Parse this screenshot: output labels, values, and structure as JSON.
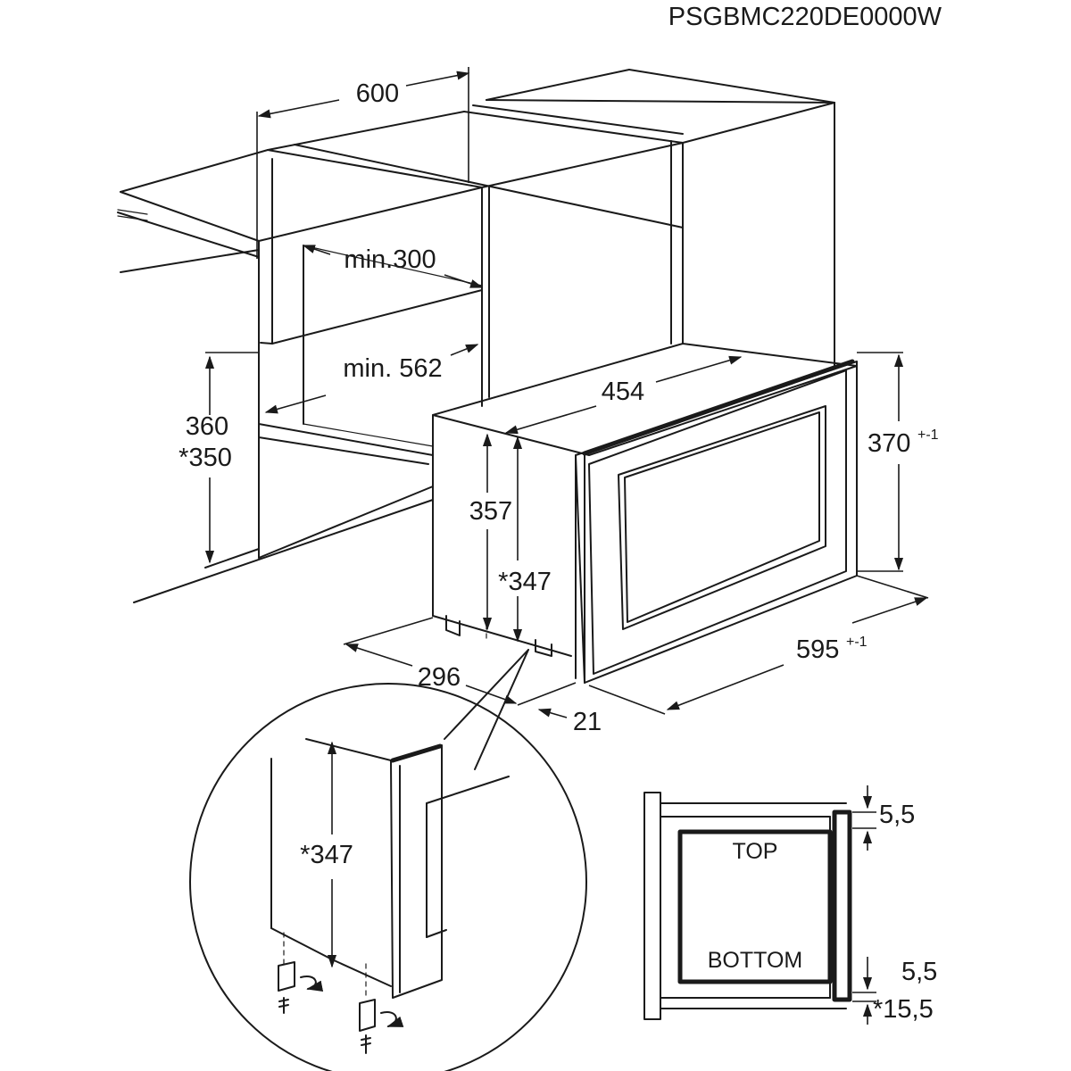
{
  "model_code": "PSGBMC220DE0000W",
  "dimensions": {
    "cabinet_width": "600",
    "min_depth": "min.300",
    "min_width": "min. 562",
    "niche_height": "360",
    "niche_height_alt": "*350",
    "depth_454": "454",
    "height_357": "357",
    "height_347": "*347",
    "height_370": "370",
    "height_370_tol": "+-1",
    "width_595": "595",
    "width_595_tol": "+-1",
    "depth_296": "296",
    "frame_21": "21"
  },
  "detail": {
    "height_347": "*347"
  },
  "section": {
    "top_label": "TOP",
    "bottom_label": "BOTTOM",
    "gap_top": "5,5",
    "gap_bottom": "5,5",
    "gap_bottom_alt": "*15,5"
  }
}
